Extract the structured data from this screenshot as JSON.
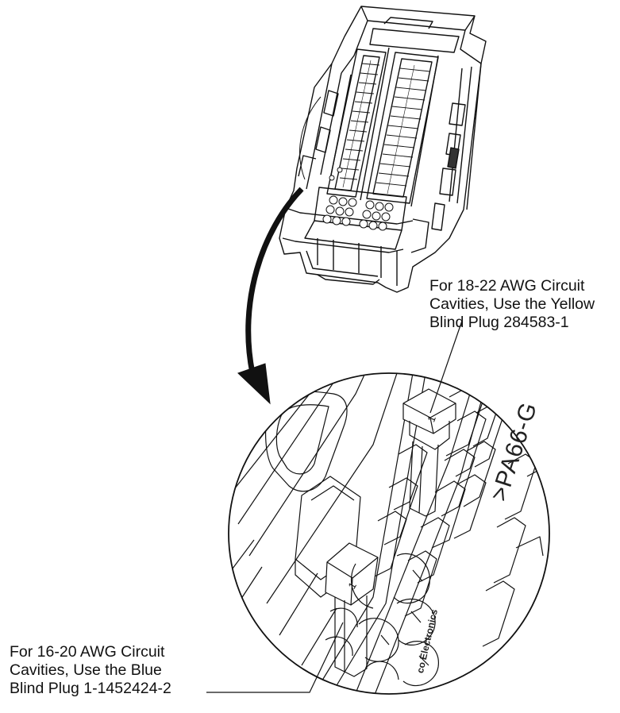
{
  "callouts": {
    "yellow": {
      "lines": [
        "For 18-22 AWG Circuit",
        "Cavities, Use the Yellow",
        "Blind Plug 284583-1"
      ]
    },
    "blue": {
      "lines": [
        "For 16-20 AWG Circuit",
        "Cavities, Use the Blue",
        "Blind Plug 1-1452424-2"
      ]
    }
  },
  "markings": {
    "material": ">PA66-G",
    "maker": "co Electronics",
    "plug_number_yellow": "1",
    "plug_number_blue": "1"
  },
  "colors": {
    "line": "#111111",
    "background": "#ffffff"
  }
}
